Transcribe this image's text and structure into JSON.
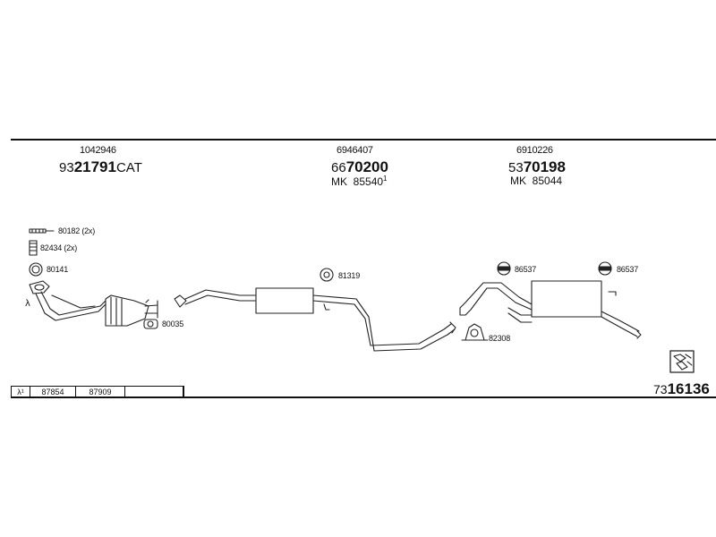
{
  "groups": [
    {
      "ref": "1042946",
      "code_prefix": "93",
      "code_bold": "21791",
      "code_suffix": "CAT"
    },
    {
      "ref": "6946407",
      "code_prefix": "66",
      "code_bold": "70200",
      "mk_label": "MK",
      "mk_number": "85540",
      "mk_sup": "1"
    },
    {
      "ref": "6910226",
      "code_prefix": "53",
      "code_bold": "70198",
      "mk_label": "MK",
      "mk_number": "85044"
    }
  ],
  "parts": {
    "p80182": "80182 (2x)",
    "p82434": "82434 (2x)",
    "p80141": "80141",
    "p80035": "80035",
    "p81319": "81319",
    "p86537a": "86537",
    "p86537b": "86537",
    "p82308": "82308",
    "lambda": "λ"
  },
  "table": {
    "cells": [
      "λ¹",
      "87854",
      "87909",
      ""
    ]
  },
  "footer": {
    "prefix": "73",
    "bold": "16136"
  }
}
